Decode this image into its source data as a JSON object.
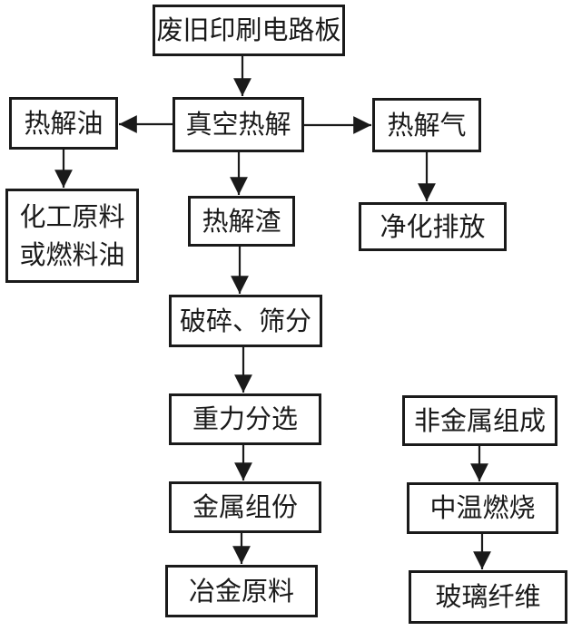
{
  "diagram": {
    "background": "#ffffff",
    "line_color": "#1a1a1a",
    "box_border_color": "#1a1a1a",
    "text_color": "#1a1a1a",
    "nodes": [
      {
        "id": "waste-pcb",
        "label": "废旧印刷电路板"
      },
      {
        "id": "pyrolysis-oil",
        "label": "热解油"
      },
      {
        "id": "vacuum-pyrolysis",
        "label": "真空热解"
      },
      {
        "id": "pyrolysis-gas",
        "label": "热解气"
      },
      {
        "id": "chemical-or-fuel-oil",
        "label": "化工原料\n或燃料油"
      },
      {
        "id": "pyrolysis-residue",
        "label": "热解渣"
      },
      {
        "id": "purification-discharge",
        "label": "净化排放"
      },
      {
        "id": "crushing-screening",
        "label": "破碎、筛分"
      },
      {
        "id": "gravity-separation",
        "label": "重力分选"
      },
      {
        "id": "non-metal-composition",
        "label": "非金属组成"
      },
      {
        "id": "metal-component",
        "label": "金属组份"
      },
      {
        "id": "medium-temperature-combustion",
        "label": "中温燃烧"
      },
      {
        "id": "metallurgical-raw-material",
        "label": "冶金原料"
      },
      {
        "id": "glass-fiber",
        "label": "玻璃纤维"
      }
    ],
    "edges": [
      {
        "from": "waste-pcb",
        "to": "vacuum-pyrolysis"
      },
      {
        "from": "vacuum-pyrolysis",
        "to": "pyrolysis-oil"
      },
      {
        "from": "vacuum-pyrolysis",
        "to": "pyrolysis-gas"
      },
      {
        "from": "vacuum-pyrolysis",
        "to": "pyrolysis-residue"
      },
      {
        "from": "pyrolysis-oil",
        "to": "chemical-or-fuel-oil"
      },
      {
        "from": "pyrolysis-gas",
        "to": "purification-discharge"
      },
      {
        "from": "pyrolysis-residue",
        "to": "crushing-screening"
      },
      {
        "from": "crushing-screening",
        "to": "gravity-separation"
      },
      {
        "from": "gravity-separation",
        "to": "metal-component"
      },
      {
        "from": "metal-component",
        "to": "metallurgical-raw-material"
      },
      {
        "from": "non-metal-composition",
        "to": "medium-temperature-combustion"
      },
      {
        "from": "medium-temperature-combustion",
        "to": "glass-fiber"
      }
    ]
  }
}
